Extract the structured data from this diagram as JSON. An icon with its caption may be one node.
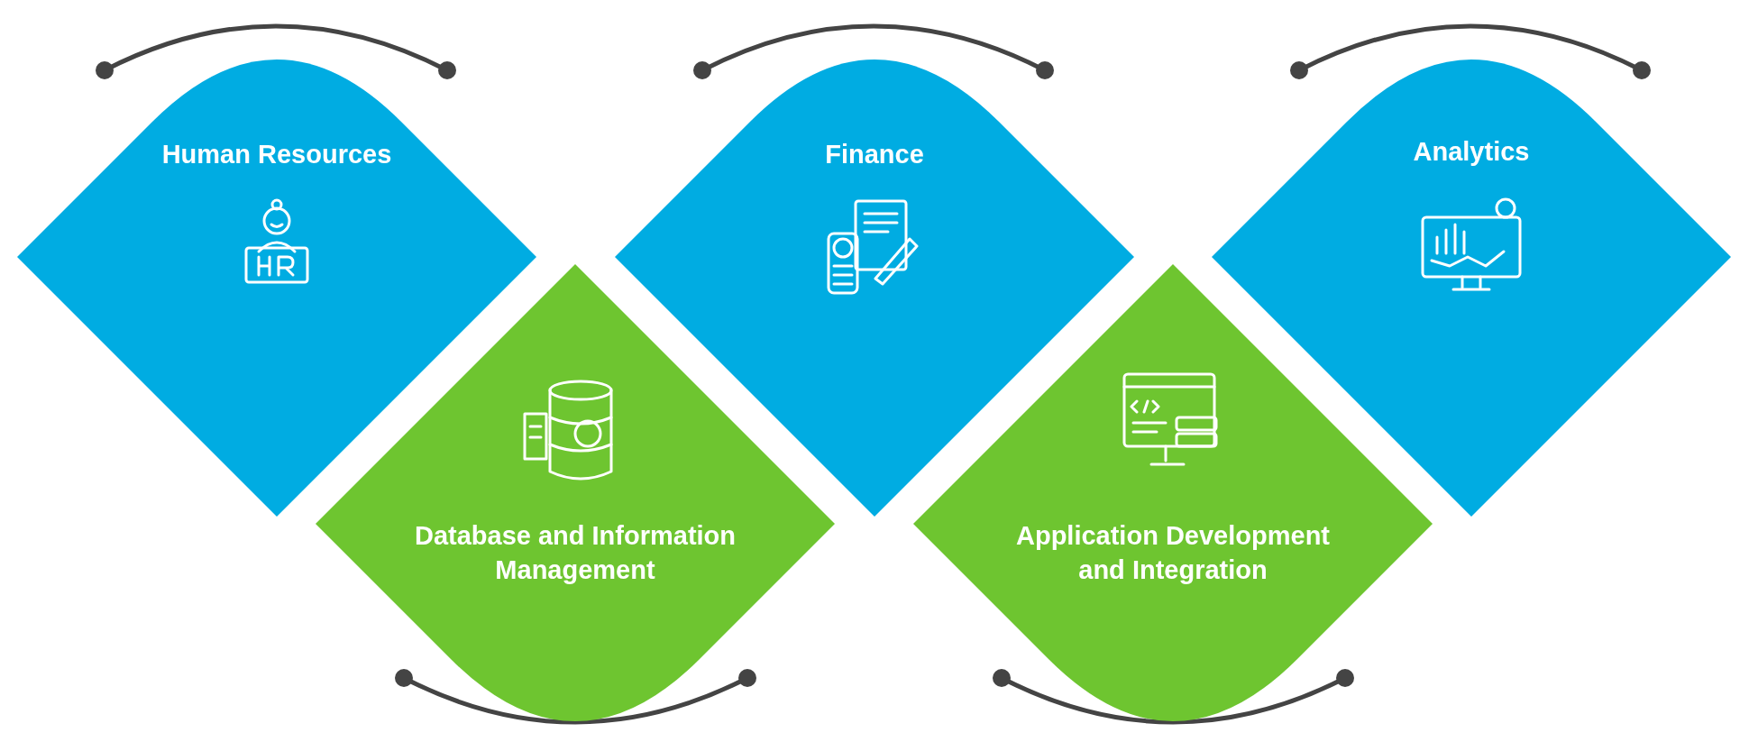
{
  "diagram": {
    "nodes": [
      {
        "text": [
          "Human Resources"
        ]
      },
      {
        "text": [
          "Database and Information Management"
        ]
      },
      {
        "text": [
          "Finance"
        ]
      },
      {
        "text": [
          "Application Development and Integration"
        ]
      },
      {
        "text": [
          "Analytics"
        ]
      }
    ]
  }
}
